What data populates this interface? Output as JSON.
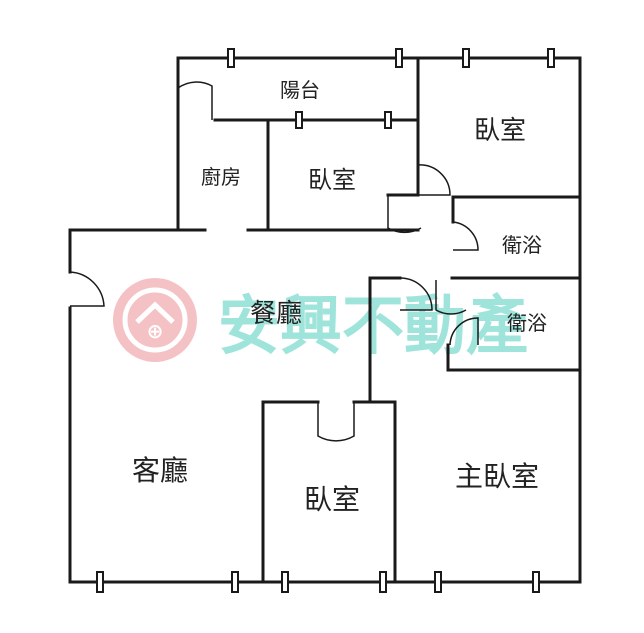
{
  "rooms": {
    "balcony": "陽台",
    "bedroom_top_right": "臥室",
    "kitchen": "廚房",
    "bedroom_center": "臥室",
    "bath_1": "衛浴",
    "bath_2": "衛浴",
    "dining": "餐廳",
    "living": "客廳",
    "bedroom_bottom": "臥室",
    "master_bedroom": "主臥室"
  },
  "watermark": {
    "text": "安興不動產",
    "color": "#8fe0d4",
    "logo_color": "#e89aa0"
  }
}
